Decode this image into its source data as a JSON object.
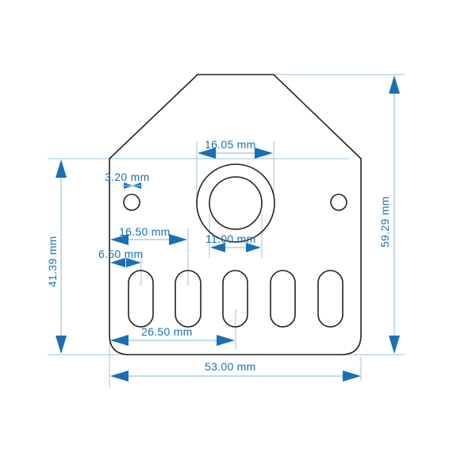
{
  "drawing": {
    "units": "mm",
    "colors": {
      "outline": "#222222",
      "dimension": "#1a6fb5",
      "extension": "#9cc3dc"
    },
    "dimensions": {
      "overall_width": "53.00 mm",
      "overall_height": "59.29 mm",
      "side_height": "41.39 mm",
      "bore_outer": "16.05 mm",
      "bore_inner": "11.00 mm",
      "small_hole": "3.20 mm",
      "slot_width": "6.50 mm",
      "slot2_offset": "16.50 mm",
      "slot3_offset": "26.50 mm"
    },
    "features": {
      "slot_count": 5,
      "small_holes": 2,
      "center_bore": 1
    }
  }
}
